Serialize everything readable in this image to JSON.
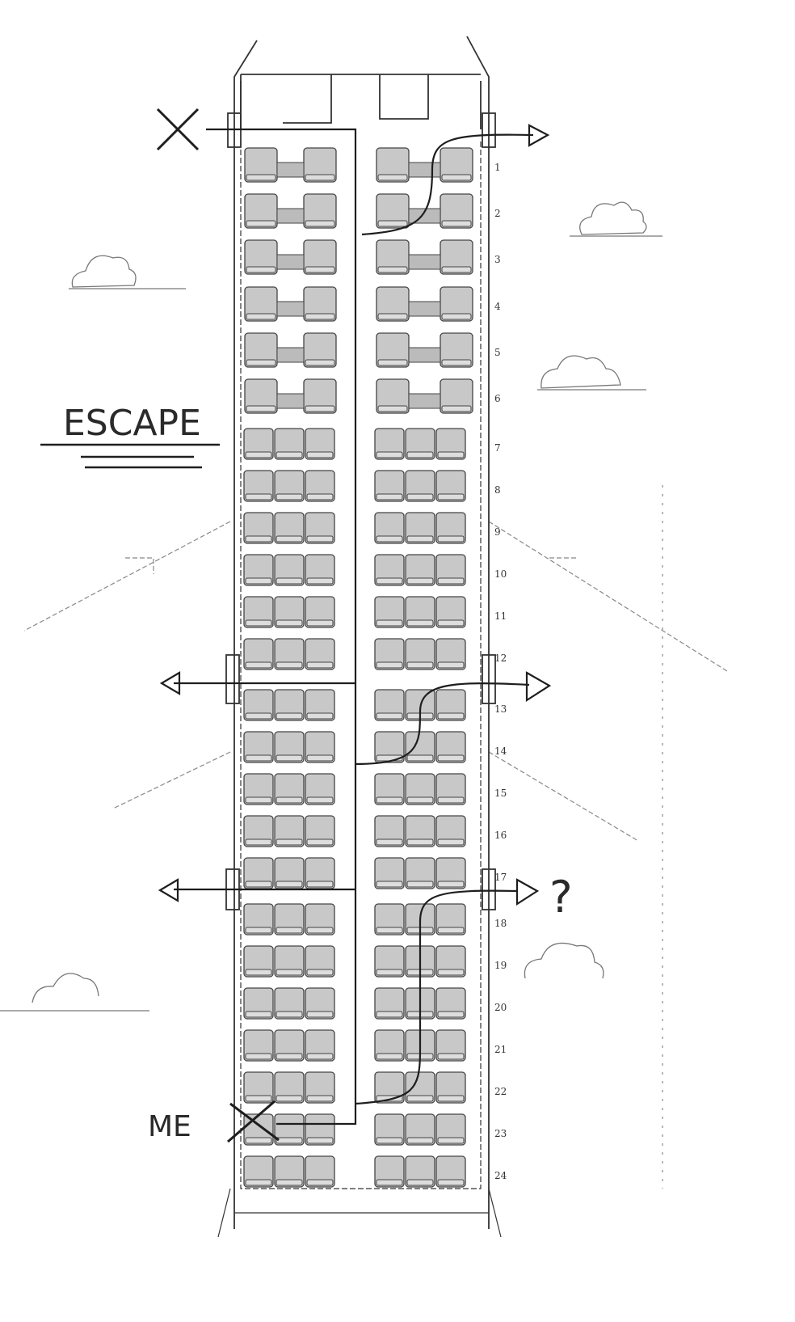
{
  "title": "ESCAPE",
  "me_label": "ME",
  "question_mark": "?",
  "rows": [
    {
      "label": "1",
      "class": "business"
    },
    {
      "label": "2",
      "class": "business"
    },
    {
      "label": "3",
      "class": "business"
    },
    {
      "label": "4",
      "class": "business"
    },
    {
      "label": "5",
      "class": "business"
    },
    {
      "label": "6",
      "class": "business"
    },
    {
      "label": "7",
      "class": "economy"
    },
    {
      "label": "8",
      "class": "economy"
    },
    {
      "label": "9",
      "class": "economy"
    },
    {
      "label": "10",
      "class": "economy"
    },
    {
      "label": "11",
      "class": "economy"
    },
    {
      "label": "12",
      "class": "economy"
    },
    {
      "label": "13",
      "class": "economy"
    },
    {
      "label": "14",
      "class": "economy"
    },
    {
      "label": "15",
      "class": "economy"
    },
    {
      "label": "16",
      "class": "economy"
    },
    {
      "label": "17",
      "class": "economy"
    },
    {
      "label": "18",
      "class": "economy"
    },
    {
      "label": "19",
      "class": "economy"
    },
    {
      "label": "20",
      "class": "economy"
    },
    {
      "label": "21",
      "class": "economy"
    },
    {
      "label": "22",
      "class": "economy"
    },
    {
      "label": "23",
      "class": "economy"
    },
    {
      "label": "24",
      "class": "economy"
    }
  ],
  "colors": {
    "ink": "#2a2a2a",
    "seat": "#c8c8c8",
    "line": "#555555"
  }
}
